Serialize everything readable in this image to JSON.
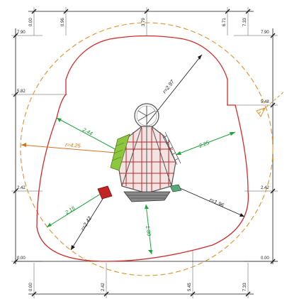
{
  "dimensions": {
    "top": [
      {
        "key": "t000",
        "text": "0.00"
      },
      {
        "key": "t096",
        "text": "0.96"
      },
      {
        "key": "t379",
        "text": "3.79"
      },
      {
        "key": "t671",
        "text": "6.71"
      },
      {
        "key": "t733",
        "text": "7.33"
      }
    ],
    "bottom": [
      {
        "key": "b000",
        "text": "0.00"
      },
      {
        "key": "b242",
        "text": "2.42"
      },
      {
        "key": "b545",
        "text": "5.45"
      },
      {
        "key": "b733",
        "text": "7.33"
      }
    ],
    "left": [
      {
        "key": "l790",
        "text": "7.90"
      },
      {
        "key": "l582",
        "text": "5.82"
      },
      {
        "key": "l242",
        "text": "2.42"
      },
      {
        "key": "l000",
        "text": "0.00"
      }
    ],
    "right": [
      {
        "key": "r790",
        "text": "7.90"
      },
      {
        "key": "r548",
        "text": "5.48"
      },
      {
        "key": "r242",
        "text": "2.42"
      },
      {
        "key": "r000",
        "text": "0.00"
      }
    ]
  },
  "measurements": {
    "r_297": "r=2.97",
    "r_425": "r=4.25",
    "r_242": "r=2.42",
    "r_196": "r=1.96",
    "d_244": "2.44",
    "d_225": "2.25",
    "d_215": "2.15",
    "d_180": "1.80"
  },
  "colors": {
    "outline": "#d42a2a",
    "safety_circle": "#e0922c",
    "clearance": "#1fa33a",
    "radius": "#1a1a1a",
    "orange_radius": "#d4731a",
    "frame": "#555555",
    "net": "#c22323"
  },
  "icons": {
    "top_wheel": "steering-wheel-icon",
    "north_arrow": "north-arrow-icon"
  }
}
